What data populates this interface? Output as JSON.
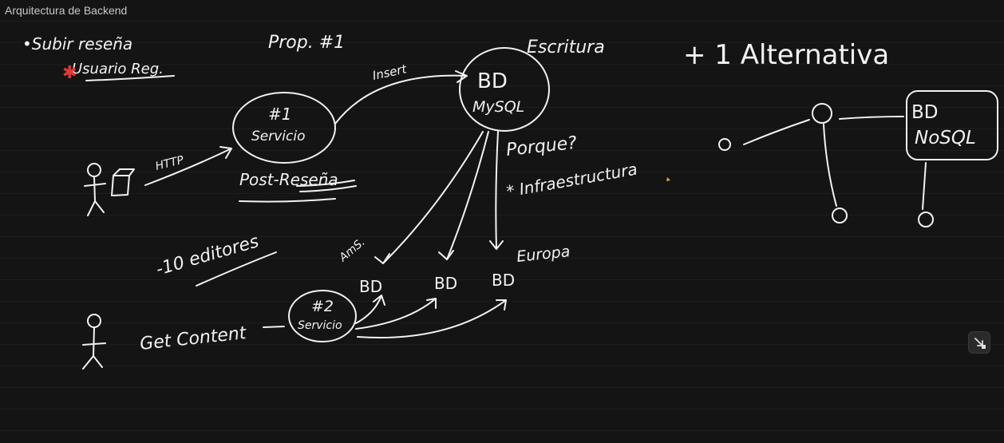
{
  "window": {
    "title": "Arquitectura de Backend"
  },
  "notes": {
    "bullet_1": "•Subir reseña",
    "bullet_2": "Usuario Reg.",
    "prop": "Prop. #1",
    "alternative": "+ 1 Alternativa",
    "http": "HTTP",
    "insert": "Insert",
    "escritura": "Escritura",
    "service1_num": "#1",
    "service1_label": "Servicio",
    "post_resena": "Post-Reseña",
    "bd_main_1": "BD",
    "bd_main_2": "MySQL",
    "porque": "Porque?",
    "infra": "* Infraestructura",
    "editores": "-10 editores",
    "ams": "AmS.",
    "europa": "Europa",
    "bd_a": "BD",
    "bd_b": "BD",
    "bd_c": "BD",
    "get_content": "Get Content",
    "service2_num": "#2",
    "service2_label": "Servicio",
    "nosql_1": "BD",
    "nosql_2": "NoSQL"
  },
  "colors": {
    "ink": "#f2f2f2",
    "asterisk": "#e03a3a",
    "background": "#141414"
  },
  "icons": {
    "collapse": "collapse-arrow-icon"
  }
}
